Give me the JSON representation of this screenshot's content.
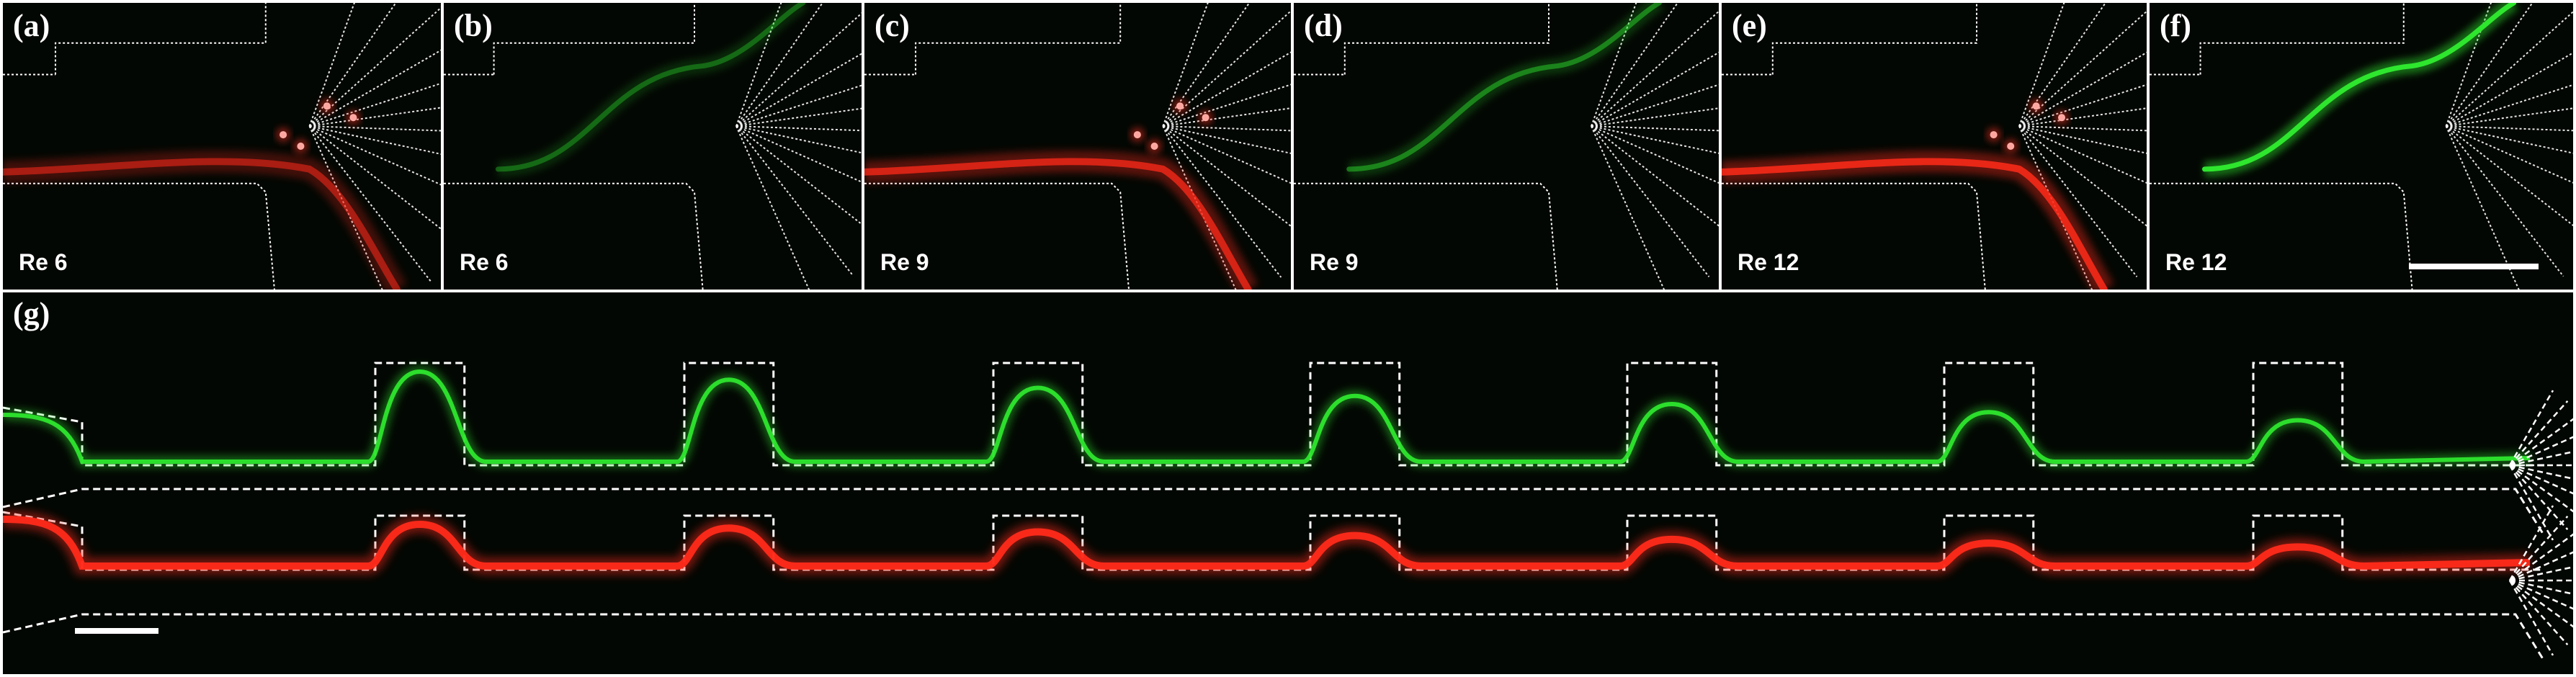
{
  "panels": [
    {
      "label": "(a)",
      "re": "Re 6",
      "channel": "red"
    },
    {
      "label": "(b)",
      "re": "Re 6",
      "channel": "green"
    },
    {
      "label": "(c)",
      "re": "Re 9",
      "channel": "red"
    },
    {
      "label": "(d)",
      "re": "Re 9",
      "channel": "green"
    },
    {
      "label": "(e)",
      "re": "Re 12",
      "channel": "red"
    },
    {
      "label": "(f)",
      "re": "Re 12",
      "channel": "green"
    }
  ],
  "panel_g": {
    "label": "(g)"
  },
  "colors": {
    "red_stream": "#ff2a1a",
    "green_stream": "#2ee62e",
    "outline": "#ffffff",
    "background": "#030703"
  }
}
